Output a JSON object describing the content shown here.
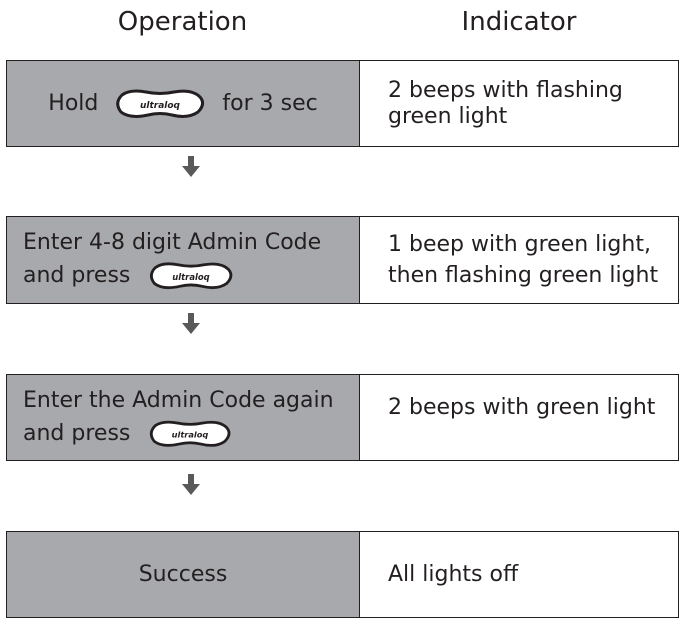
{
  "headers": {
    "operation": "Operation",
    "indicator": "Indicator"
  },
  "button_logo": "ultraloq",
  "steps": [
    {
      "op_prefix": "Hold",
      "op_suffix": "for 3 sec",
      "indicator_line1": "2 beeps with flashing",
      "indicator_line2": "green light"
    },
    {
      "op_line1": "Enter 4-8 digit Admin Code",
      "op_line2": "and press",
      "indicator_line1": "1 beep with green light,",
      "indicator_line2": "then flashing green light"
    },
    {
      "op_line1": "Enter the Admin Code again",
      "op_line2": "and press",
      "indicator_line1": "2 beeps with green light"
    },
    {
      "op_text": "Success",
      "indicator_line1": "All lights off"
    }
  ],
  "colors": {
    "operation_fill": "#a7a9ac",
    "indicator_fill": "#ffffff",
    "ink": "#231f20"
  },
  "icons": {
    "arrow": "arrow-down-icon",
    "button": "ultraloq-button-icon"
  }
}
